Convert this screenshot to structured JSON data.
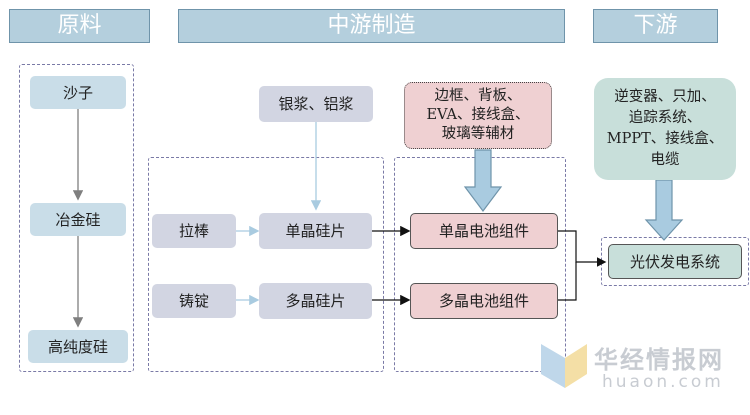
{
  "headers": {
    "upstream": "原料",
    "midstream": "中游制造",
    "downstream": "下游"
  },
  "raw_materials": {
    "sand": "沙子",
    "metallurgical_silicon": "冶金硅",
    "high_purity_silicon": "高纯度硅"
  },
  "silicon": {
    "pull_rod": "拉棒",
    "ingot": "铸锭",
    "paste": "银浆、铝浆",
    "mono_wafer": "单晶硅片",
    "multi_wafer": "多晶硅片"
  },
  "modules": {
    "aux_lines": [
      "边框、背板、",
      "EVA、接线盒、",
      "玻璃等辅材"
    ],
    "mono_module": "单晶电池组件",
    "multi_module": "多晶电池组件"
  },
  "downstream": {
    "equipment_lines": [
      "逆变器、只加、",
      "追踪系统、",
      "MPPT、接线盒、",
      "电缆"
    ],
    "pv_system": "光伏发电系统"
  },
  "watermark": {
    "name": "华经情报网",
    "domain": "huaon.com"
  },
  "colors": {
    "header_bg": "#b4cfdd",
    "box_blue": "#c9dde8",
    "box_grey": "#d2d5e2",
    "box_pink": "#efd0d2",
    "box_green": "#c8dfda",
    "dash_border": "#7a7aa6"
  }
}
